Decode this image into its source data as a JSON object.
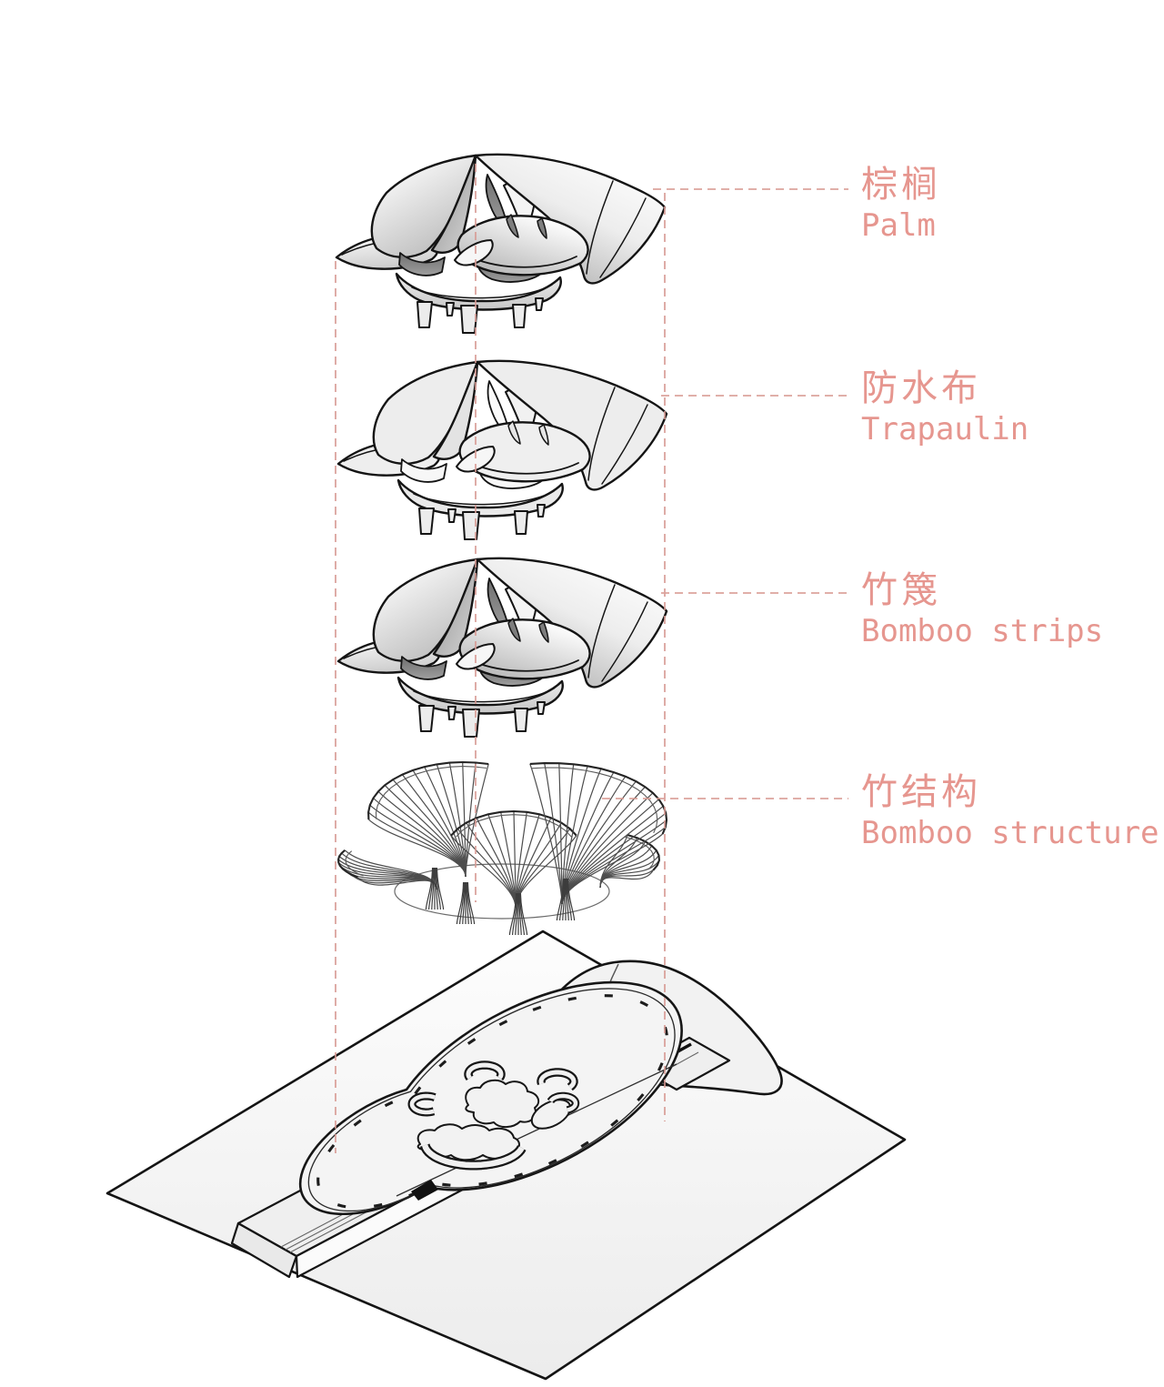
{
  "diagram": {
    "type": "exploded-axonometric",
    "colors": {
      "label_text": "#e6968f",
      "guide_line": "#d89a93",
      "outline": "#141414",
      "background": "#ffffff"
    },
    "layers": [
      {
        "id": "palm",
        "label_zh": "棕榈",
        "label_en": "Palm"
      },
      {
        "id": "tarpaulin",
        "label_zh": "防水布",
        "label_en": "Trapaulin"
      },
      {
        "id": "bamboo-strips",
        "label_zh": "竹篾",
        "label_en": "Bomboo strips"
      },
      {
        "id": "bamboo-structure",
        "label_zh": "竹结构",
        "label_en": "Bomboo structure"
      }
    ]
  }
}
